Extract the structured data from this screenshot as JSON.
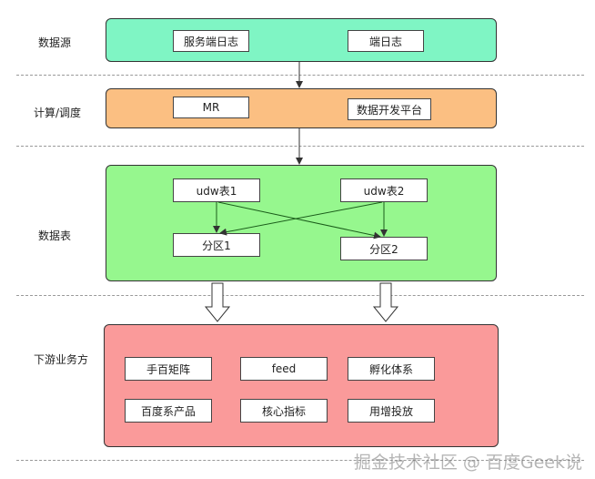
{
  "layers": {
    "source": {
      "label": "数据源",
      "color": "#7ff5c4",
      "nodes": [
        "服务端日志",
        "端日志"
      ]
    },
    "compute": {
      "label": "计算/调度",
      "color": "#fbbf82",
      "nodes": [
        "MR",
        "数据开发平台"
      ]
    },
    "tables": {
      "label": "数据表",
      "color": "#96f78e",
      "tables": [
        "udw表1",
        "udw表2"
      ],
      "partitions": [
        "分区1",
        "分区2"
      ]
    },
    "downstream": {
      "label": "下游业务方",
      "color": "#fa9a9a",
      "nodes": [
        "手百矩阵",
        "feed",
        "孵化体系",
        "百度系产品",
        "核心指标",
        "用增投放"
      ]
    }
  },
  "watermark": "掘金技术社区 @ 百度Geek说"
}
